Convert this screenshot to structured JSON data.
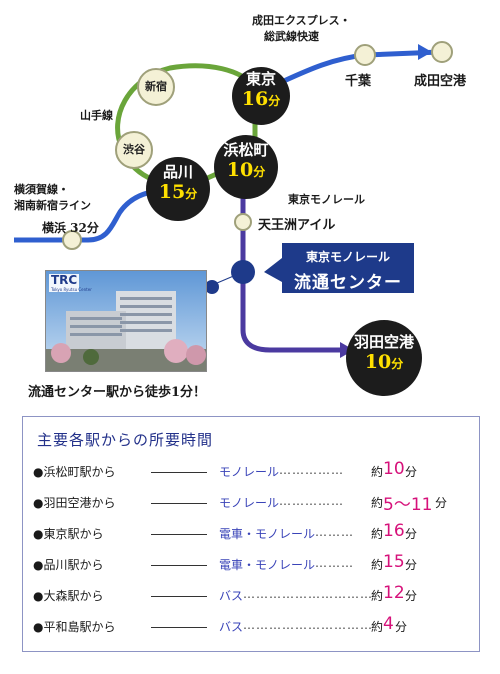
{
  "map": {
    "narita_line_label": [
      "成田エクスプレス・",
      "総武線快速"
    ],
    "yamanote_label": "山手線",
    "yokosuka_label": [
      "横須賀線・",
      "湘南新宿ライン"
    ],
    "monorail_label": "東京モノレール",
    "stations": {
      "tokyo": {
        "name": "東京",
        "time": "16",
        "unit": "分"
      },
      "hamamatsucho": {
        "name": "浜松町",
        "time": "10",
        "unit": "分"
      },
      "shinagawa": {
        "name": "品川",
        "time": "15",
        "unit": "分"
      },
      "haneda": {
        "name": "羽田空港",
        "time": "10",
        "unit": "分"
      },
      "shinjuku": "新宿",
      "shibuya": "渋谷",
      "chiba": "千葉",
      "narita": "成田空港",
      "yokohama": "横浜 32分",
      "tennozu": "天王洲アイル"
    },
    "callout": {
      "line1": "東京モノレール",
      "line2": "流通センター"
    },
    "photo_logo": "TRC",
    "photo_sub": "Tokyo Ryutsu Center",
    "caption": "流通センター駅から徒歩1分！",
    "colors": {
      "yamanote": "#6aa53a",
      "jr_blue": "#2f5fcf",
      "monorail": "#4b3aa0",
      "callout": "#1e3a8a",
      "accent": "#d6117a"
    }
  },
  "panel": {
    "title": "主要各駅からの所要時間",
    "rows": [
      {
        "from": "●浜松町駅から",
        "mode": "モノレール",
        "dots": "……………",
        "prefix": "約",
        "min": "10",
        "unit": "分"
      },
      {
        "from": "●羽田空港から",
        "mode": "モノレール",
        "dots": "……………",
        "prefix": "約",
        "min": "5～11",
        "unit": "分"
      },
      {
        "from": "●東京駅から",
        "mode": "電車・モノレール",
        "dots": "………",
        "prefix": "約",
        "min": "16",
        "unit": "分"
      },
      {
        "from": "●品川駅から",
        "mode": "電車・モノレール",
        "dots": "………",
        "prefix": "約",
        "min": "15",
        "unit": "分"
      },
      {
        "from": "●大森駅から",
        "mode": "バス",
        "dots": "…………………………",
        "prefix": "約",
        "min": "12",
        "unit": "分"
      },
      {
        "from": "●平和島駅から",
        "mode": "バス",
        "dots": "…………………………",
        "prefix": "約",
        "min": "4",
        "unit": "分"
      }
    ]
  }
}
